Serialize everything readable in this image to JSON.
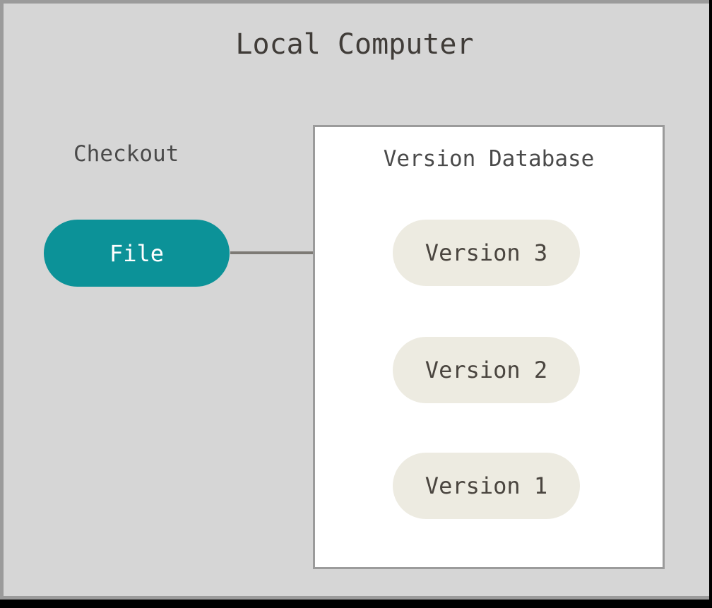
{
  "diagram": {
    "title": "Local Computer",
    "checkout_label": "Checkout",
    "workspace": {
      "file_node_label": "File"
    },
    "version_database": {
      "title": "Version Database",
      "versions": [
        {
          "label": "Version 3"
        },
        {
          "label": "Version 2"
        },
        {
          "label": "Version 1"
        }
      ]
    },
    "colors": {
      "canvas_background": "#d6d6d6",
      "frame_border": "#9b9b9b",
      "panel_background": "#ffffff",
      "panel_border": "#9b9b9b",
      "file_node_fill": "#0c9298",
      "file_node_text": "#ffffff",
      "version_node_fill": "#edebe1",
      "version_node_text": "#4a453f",
      "connector_line": "#7d7a75",
      "title_text": "#403c38",
      "label_text": "#4a4a4a"
    }
  }
}
